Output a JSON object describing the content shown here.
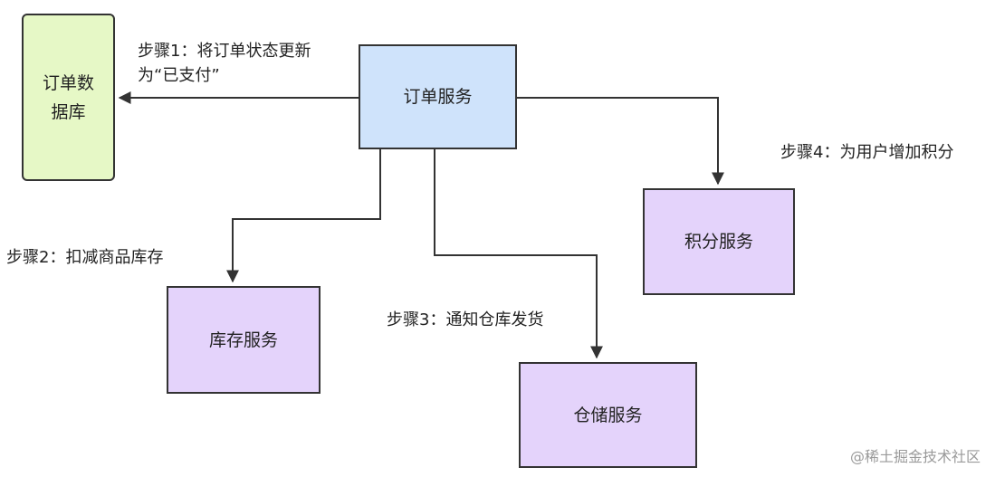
{
  "nodes": {
    "order_db": {
      "label": "订单数据库",
      "color": "#e6f8c6"
    },
    "order_service": {
      "label": "订单服务",
      "color": "#cfe3fb"
    },
    "points_service": {
      "label": "积分服务",
      "color": "#e4d3fb"
    },
    "stock_service": {
      "label": "库存服务",
      "color": "#e4d3fb"
    },
    "warehouse_service": {
      "label": "仓储服务",
      "color": "#e4d3fb"
    }
  },
  "edges": {
    "step1": "步骤1：将订单状态更新为“已支付”",
    "step2": "步骤2：扣减商品库存",
    "step3": "步骤3：通知仓库发货",
    "step4": "步骤4：为用户增加积分"
  },
  "watermark": "@稀土掘金技术社区",
  "colors": {
    "line": "#333333",
    "arrow": "#333333"
  }
}
